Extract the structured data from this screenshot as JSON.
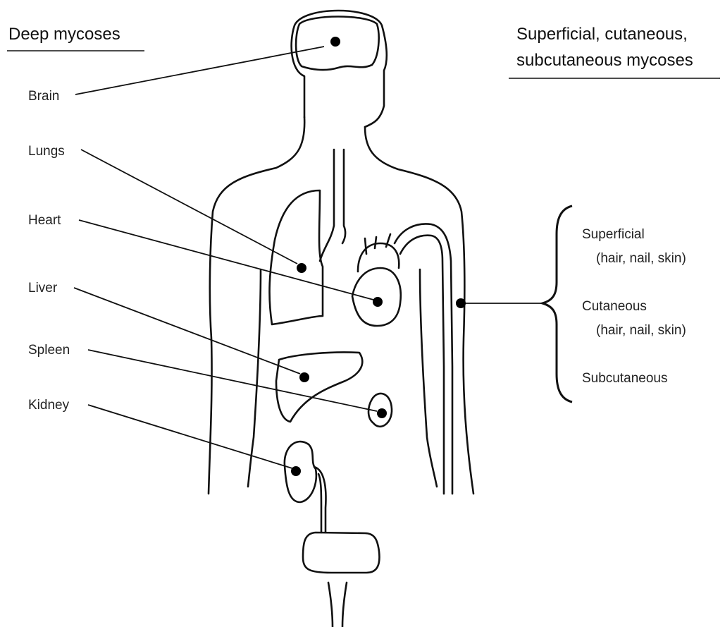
{
  "headings": {
    "deep": "Deep mycoses",
    "superficial_line1": "Superficial, cutaneous,",
    "superficial_line2": "subcutaneous mycoses"
  },
  "deep_organs": [
    "Brain",
    "Lungs",
    "Heart",
    "Liver",
    "Spleen",
    "Kidney"
  ],
  "superficial_types": {
    "superficial": "Superficial",
    "superficial_note": "(hair, nail, skin)",
    "cutaneous": "Cutaneous",
    "cutaneous_note": "(hair, nail, skin)",
    "subcutaneous": "Subcutaneous"
  }
}
